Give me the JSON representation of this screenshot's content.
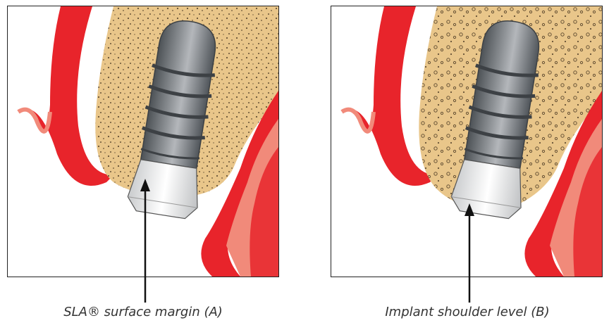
{
  "figures": [
    {
      "id": "A",
      "caption": "SLA® surface margin (A)"
    },
    {
      "id": "B",
      "caption": "Implant shoulder level (B)"
    }
  ],
  "colors": {
    "gum_red": "#e8242b",
    "gum_pink": "#f18a7a",
    "bone": "#e9c68a",
    "bone_speckle": "#3a2a18",
    "implant_dark": "#555a5f",
    "implant_light": "#a9adb2",
    "collar": "#eceeef",
    "outline": "#222222"
  }
}
